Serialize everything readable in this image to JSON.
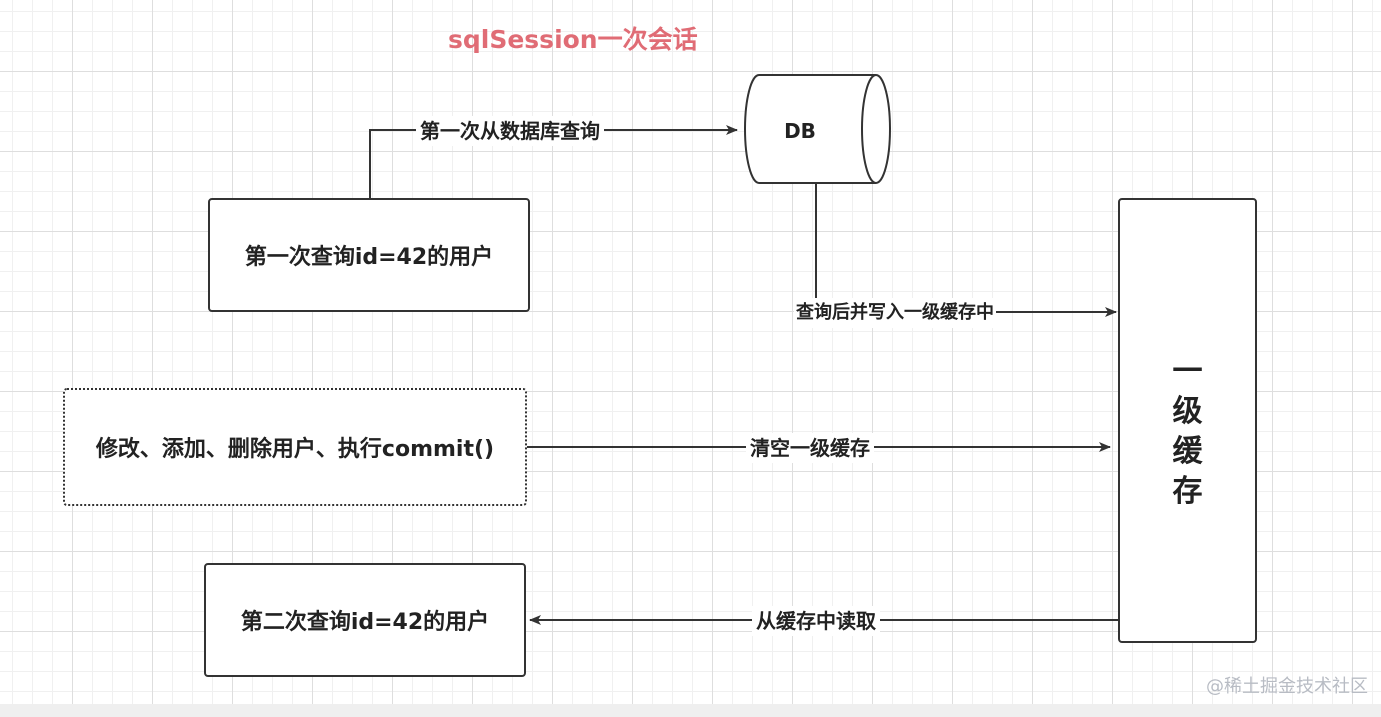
{
  "title": "sqlSession一次会话",
  "db": {
    "label": "DB"
  },
  "boxes": {
    "first_query": "第一次查询id=42的用户",
    "modify": "修改、添加、删除用户、执行commit()",
    "second_query": "第二次查询id=42的用户"
  },
  "edges": {
    "query_db": "第一次从数据库查询",
    "write_cache": "查询后并写入一级缓存中",
    "clear_cache": "清空一级缓存",
    "read_cache": "从缓存中读取"
  },
  "cache": {
    "chars": [
      "一",
      "级",
      "缓",
      "存"
    ]
  },
  "watermark": "@稀土掘金技术社区",
  "colors": {
    "title": "#e06c75",
    "stroke": "#333333",
    "grid": "#dedede"
  }
}
